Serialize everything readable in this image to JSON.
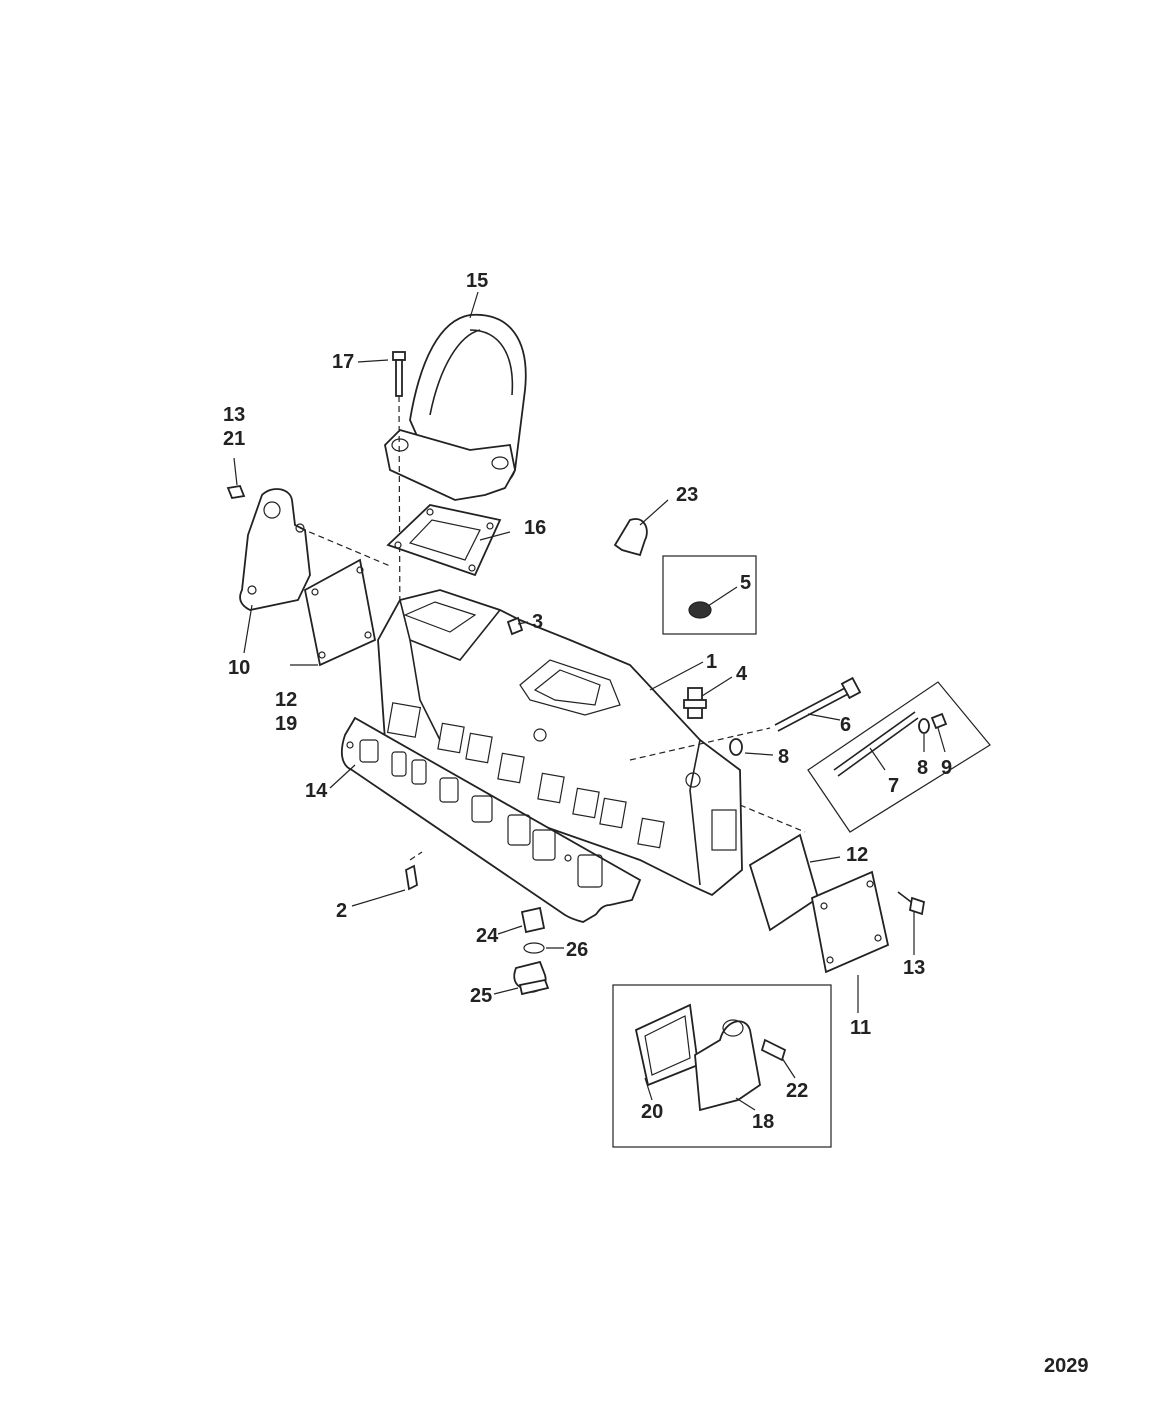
{
  "diagram": {
    "callouts": {
      "c1": "1",
      "c2": "2",
      "c3": "3",
      "c4": "4",
      "c5": "5",
      "c6": "6",
      "c7": "7",
      "c8a": "8",
      "c8b": "8",
      "c9": "9",
      "c10": "10",
      "c11": "11",
      "c12a": "12",
      "c19": "19",
      "c12b": "12",
      "c13a": "13",
      "c21": "21",
      "c13b": "13",
      "c14": "14",
      "c15": "15",
      "c16": "16",
      "c17": "17",
      "c18": "18",
      "c20": "20",
      "c22": "22",
      "c23": "23",
      "c24": "24",
      "c25": "25",
      "c26": "26"
    },
    "figure_number": "2029"
  }
}
